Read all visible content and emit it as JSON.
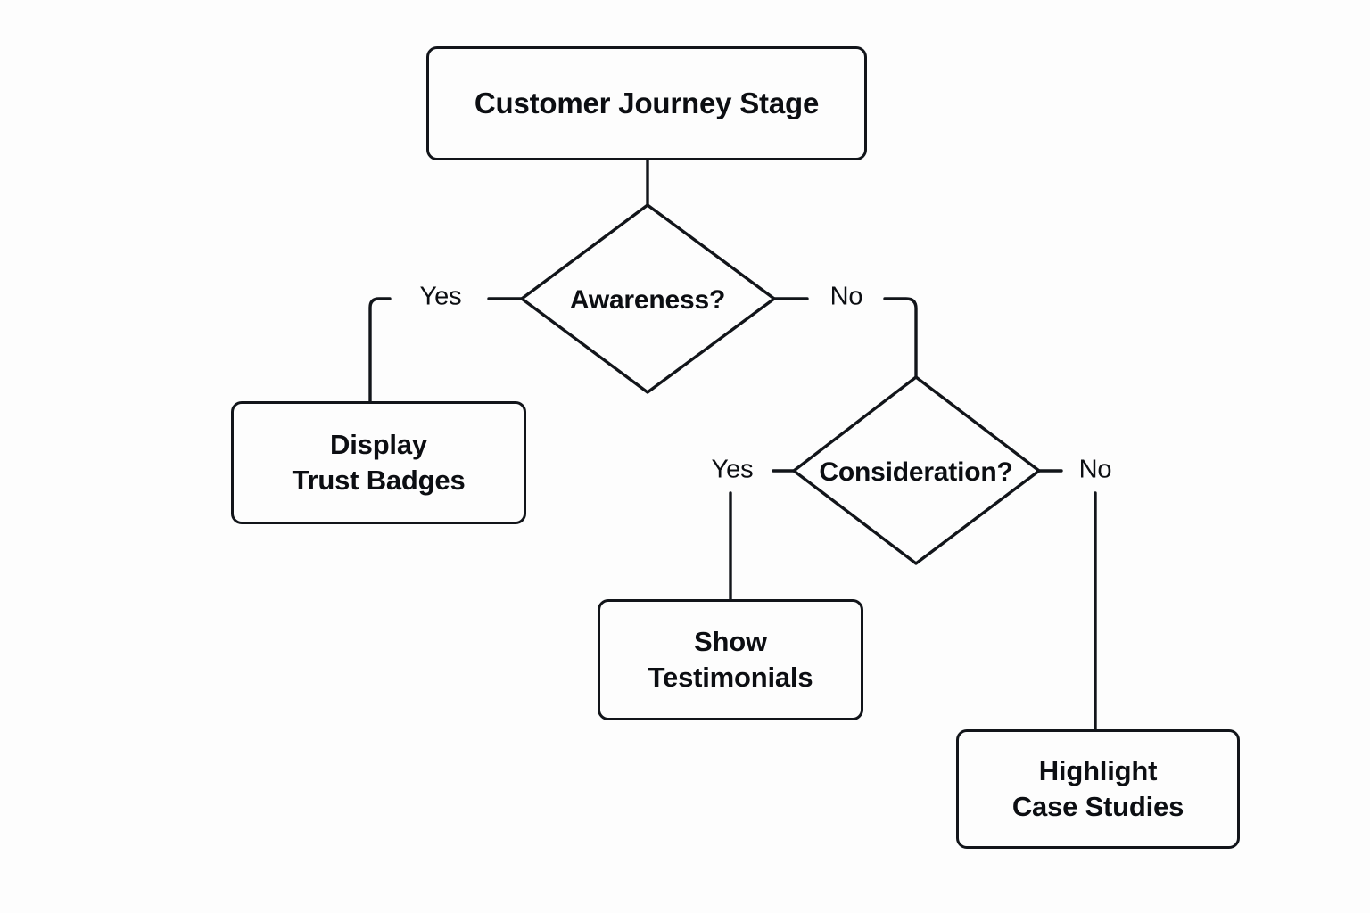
{
  "diagram": {
    "type": "flowchart",
    "title": "Customer Journey Stage decision flow",
    "background_color": "#fdfdfd",
    "stroke_color": "#12151a",
    "text_color": "#0c0e12"
  },
  "nodes": {
    "root": {
      "label": "Customer Journey Stage",
      "shape": "rounded-rect"
    },
    "decision_awareness": {
      "label": "Awareness?",
      "shape": "diamond"
    },
    "decision_consideration": {
      "label": "Consideration?",
      "shape": "diamond"
    },
    "action_trust_badges": {
      "label": "Display\nTrust Badges",
      "shape": "rounded-rect"
    },
    "action_testimonials": {
      "label": "Show\nTestimonials",
      "shape": "rounded-rect"
    },
    "action_case_studies": {
      "label": "Highlight\nCase Studies",
      "shape": "rounded-rect"
    }
  },
  "edge_labels": {
    "awareness_yes": "Yes",
    "awareness_no": "No",
    "consideration_yes": "Yes",
    "consideration_no": "No"
  }
}
